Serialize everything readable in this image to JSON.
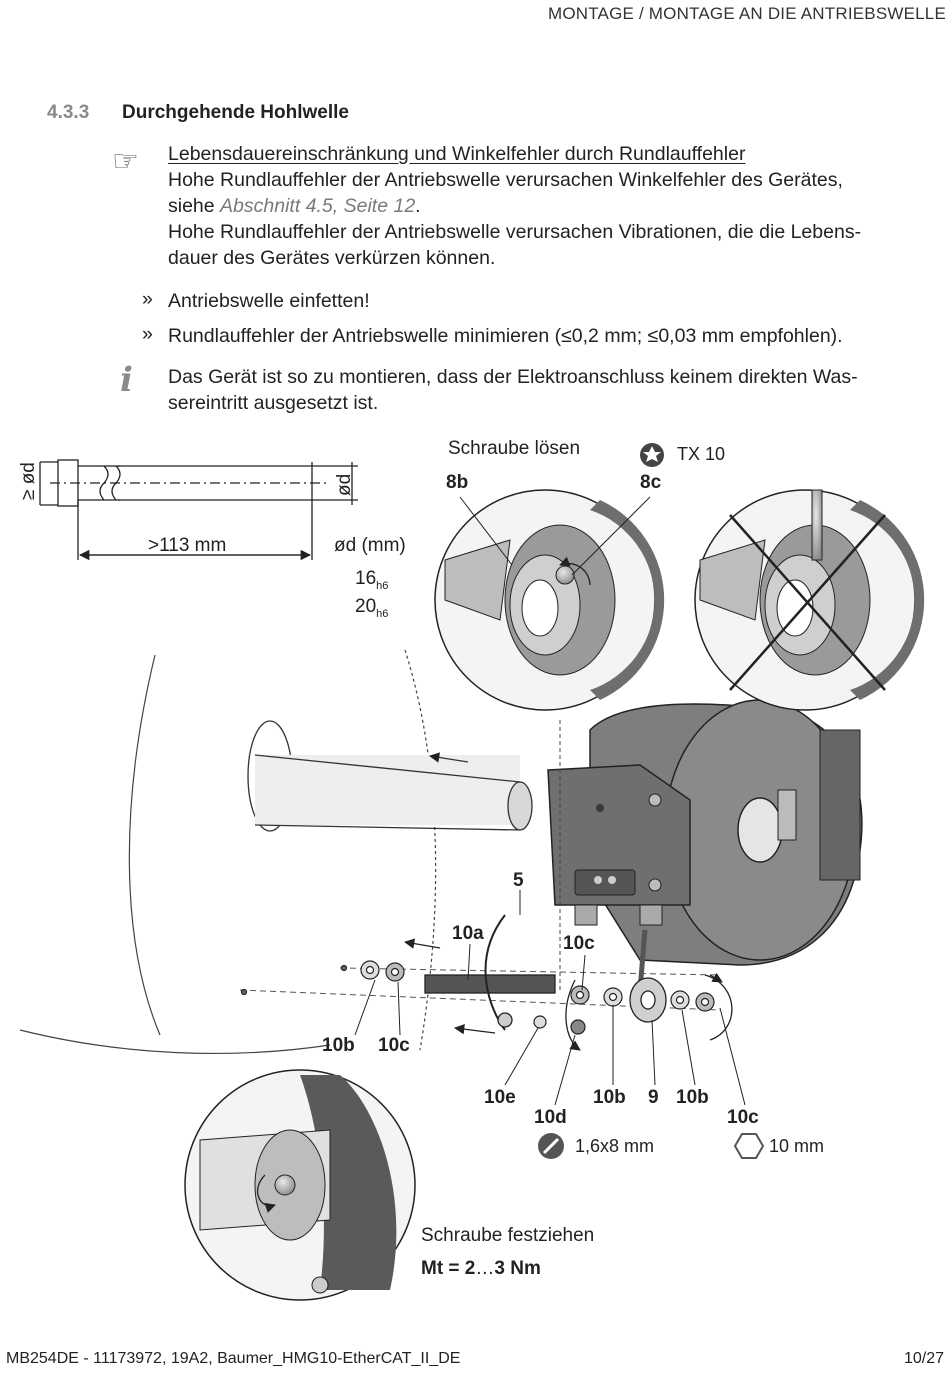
{
  "header": {
    "title": "MONTAGE / MONTAGE AN DIE ANTRIEBSWELLE"
  },
  "section": {
    "number": "4.3.3",
    "title": "Durchgehende Hohlwelle"
  },
  "warning": {
    "title": "Lebensdauereinschränkung und Winkelfehler durch Rundlauffehler",
    "line1": "Hohe Rundlauffehler der Antriebswelle verursachen Winkelfehler des Gerätes,",
    "line2_prefix": "siehe ",
    "line2_ref": "Abschnitt 4.5, Seite 12",
    "line2_suffix": ".",
    "line3": "Hohe Rundlauffehler der Antriebswelle verursachen Vibrationen, die die Lebens-",
    "line4": "dauer des Gerätes verkürzen können."
  },
  "steps": [
    {
      "marker": "»",
      "text": "Antriebswelle einfetten!"
    },
    {
      "marker": "»",
      "text": "Rundlauffehler der Antriebswelle minimieren (≤0,2 mm; ≤0,03 mm empfohlen)."
    }
  ],
  "info": {
    "line1": "Das Gerät ist so zu montieren, dass der Elektroanschluss keinem direkten Was-",
    "line2": "sereintritt ausgesetzt ist."
  },
  "figure": {
    "dim_left": "≥ ød",
    "dim_right": "ød",
    "dim_length": ">113 mm",
    "diam_head": "ød (mm)",
    "diam_1": "16",
    "diam_1_tol": "h6",
    "diam_2": "20",
    "diam_2_tol": "h6",
    "loosen": "Schraube lösen",
    "torx": "TX 10",
    "lbl_8b": "8b",
    "lbl_8c": "8c",
    "lbl_5": "5",
    "lbl_10a": "10a",
    "lbl_10c_top": "10c",
    "lbl_10b_left": "10b",
    "lbl_10c_left": "10c",
    "lbl_10e": "10e",
    "lbl_10d": "10d",
    "lbl_10b_mid": "10b",
    "lbl_9": "9",
    "lbl_10b_right": "10b",
    "lbl_10c_right": "10c",
    "screwdriver": "1,6x8 mm",
    "wrench": "10 mm",
    "tighten": "Schraube festziehen",
    "torque_prefix": "Mt = 2",
    "torque_range": "…",
    "torque_suffix": "3 Nm"
  },
  "footer": {
    "doc": "MB254DE - 11173972, 19A2, Baumer_HMG10-EtherCAT_II_DE",
    "page": "10/27"
  }
}
